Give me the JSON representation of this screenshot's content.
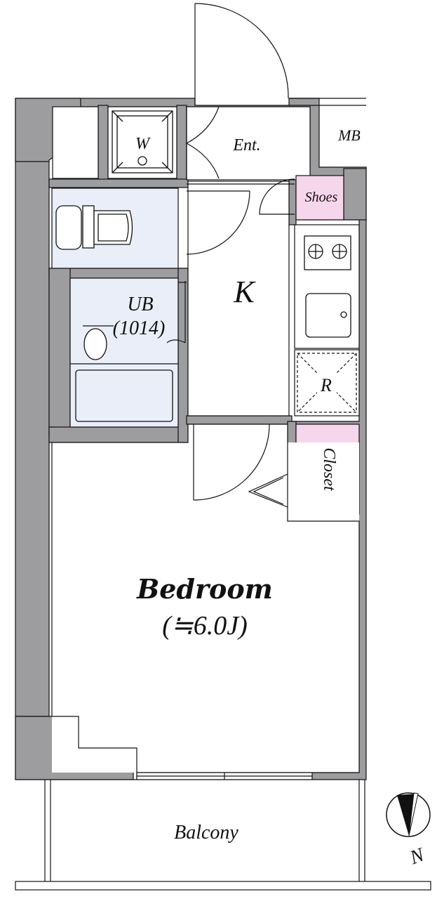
{
  "colors": {
    "wall": "#9d9d9f",
    "wet_area": "#e9eef8",
    "storage": "#f6d6ea",
    "line": "#111111",
    "background": "#ffffff"
  },
  "rooms": {
    "washer": "W",
    "entrance": "Ent.",
    "meter_box": "MB",
    "shoes": "Shoes",
    "kitchen": "K",
    "bath_name": "UB",
    "bath_size": "(1014)",
    "fridge": "R",
    "closet": "Closet",
    "bedroom_name": "Bedroom",
    "bedroom_size": "(≒6.0J)",
    "balcony": "Balcony"
  },
  "compass": {
    "label": "N"
  }
}
